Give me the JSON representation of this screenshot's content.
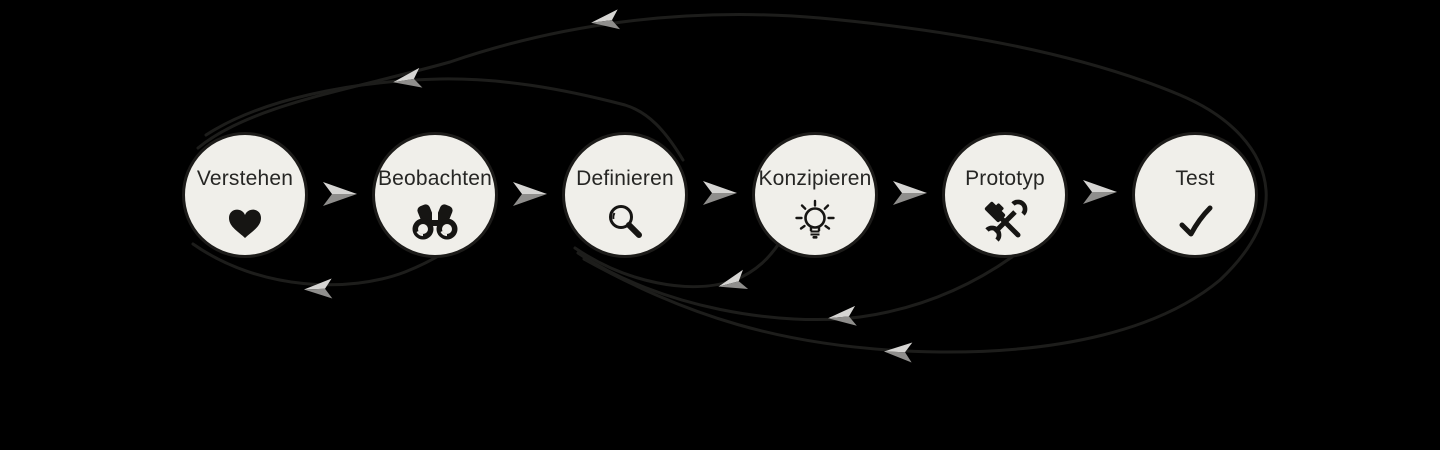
{
  "diagram": {
    "name": "design-thinking-process",
    "background_color": "#000000",
    "steps": [
      {
        "label": "Verstehen",
        "icon": "heart-icon"
      },
      {
        "label": "Beobachten",
        "icon": "binoculars-icon"
      },
      {
        "label": "Definieren",
        "icon": "magnifier-icon"
      },
      {
        "label": "Konzipieren",
        "icon": "lightbulb-icon"
      },
      {
        "label": "Prototyp",
        "icon": "tools-icon"
      },
      {
        "label": "Test",
        "icon": "check-icon"
      }
    ],
    "forward_arrows_count": 5,
    "feedback_arrows": [
      {
        "from": "Beobachten",
        "to": "Verstehen",
        "route": "bottom-small"
      },
      {
        "from": "Definieren",
        "to": "Verstehen",
        "route": "top-medium"
      },
      {
        "from": "Test",
        "to": "Verstehen",
        "route": "top-large"
      },
      {
        "from": "Konzipieren",
        "to": "Definieren",
        "route": "bottom-small"
      },
      {
        "from": "Prototyp",
        "to": "Definieren",
        "route": "bottom-medium"
      },
      {
        "from": "Test",
        "to": "Definieren",
        "route": "bottom-large"
      }
    ],
    "colors": {
      "circle_fill": "#f0efea",
      "circle_border": "#1c1b19",
      "label_text": "#262624",
      "curve_stroke": "#1d1d1b",
      "arrow_light": "#d6d5d3",
      "arrow_dark": "#8f8e8c"
    }
  }
}
